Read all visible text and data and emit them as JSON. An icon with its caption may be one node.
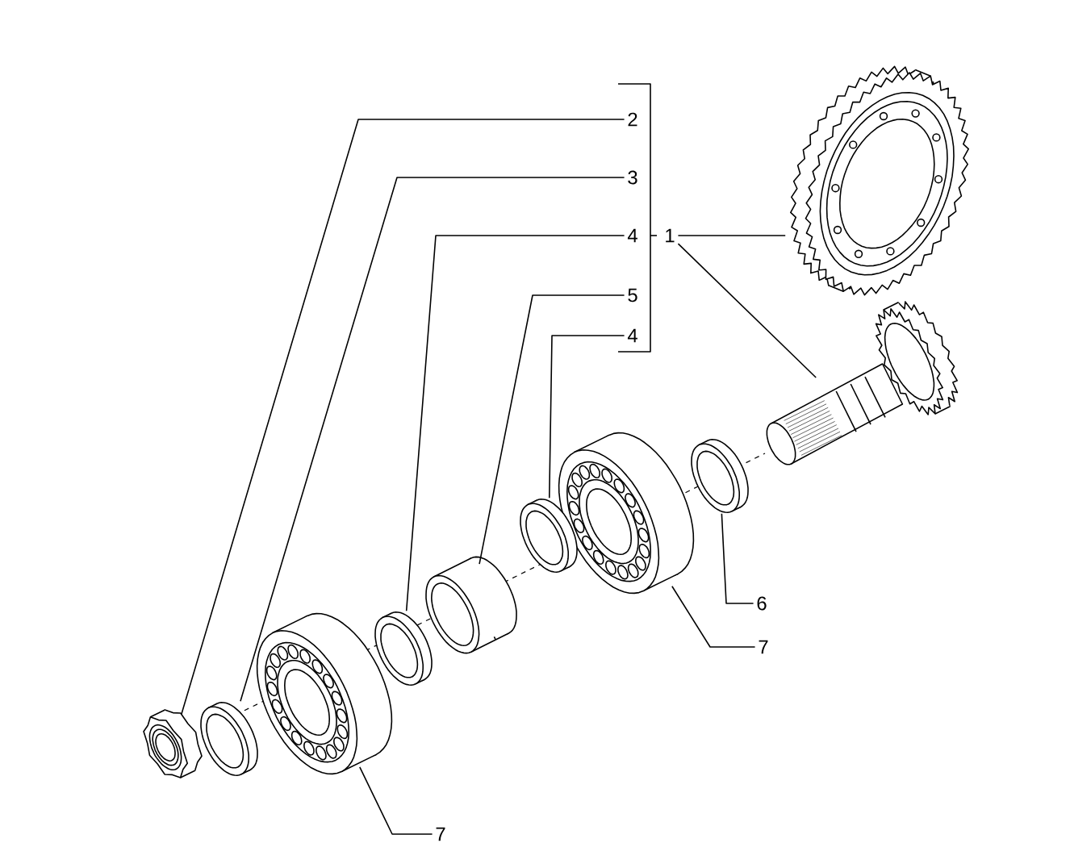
{
  "diagram": {
    "nodes": [
      {
        "text": [
          "2"
        ]
      },
      {
        "text": [
          "3"
        ]
      },
      {
        "text": [
          "4"
        ]
      },
      {
        "text": [
          "5"
        ]
      },
      {
        "text": [
          "4"
        ]
      },
      {
        "text": [
          "1"
        ]
      },
      {
        "text": [
          "6"
        ]
      },
      {
        "text": [
          "7"
        ]
      },
      {
        "text": [
          "7"
        ]
      },
      {
        "text": [],
        "shape": "picture"
      },
      {
        "text": [],
        "shape": "picture"
      },
      {
        "text": [],
        "shape": "picture"
      },
      {
        "text": [],
        "shape": "picture"
      },
      {
        "text": [],
        "shape": "picture"
      },
      {
        "text": [],
        "shape": "picture"
      },
      {
        "text": [],
        "shape": "picture"
      },
      {
        "text": [],
        "shape": "picture"
      },
      {
        "text": [],
        "shape": "picture"
      },
      {
        "text": [],
        "shape": "picture"
      }
    ],
    "edges": [
      {
        "from": 0,
        "to": 9,
        "arrow": "none"
      },
      {
        "from": 1,
        "to": 10,
        "arrow": "none"
      },
      {
        "from": 2,
        "to": 12,
        "arrow": "none"
      },
      {
        "from": 3,
        "to": 13,
        "arrow": "none"
      },
      {
        "from": 4,
        "to": 14,
        "arrow": "none"
      },
      {
        "from": 5,
        "to": 18,
        "arrow": "none"
      },
      {
        "from": 5,
        "to": 17,
        "arrow": "none"
      },
      {
        "from": 6,
        "to": 16,
        "arrow": "none"
      },
      {
        "from": 7,
        "to": 15,
        "arrow": "none"
      },
      {
        "from": 8,
        "to": 11,
        "arrow": "none"
      }
    ]
  }
}
